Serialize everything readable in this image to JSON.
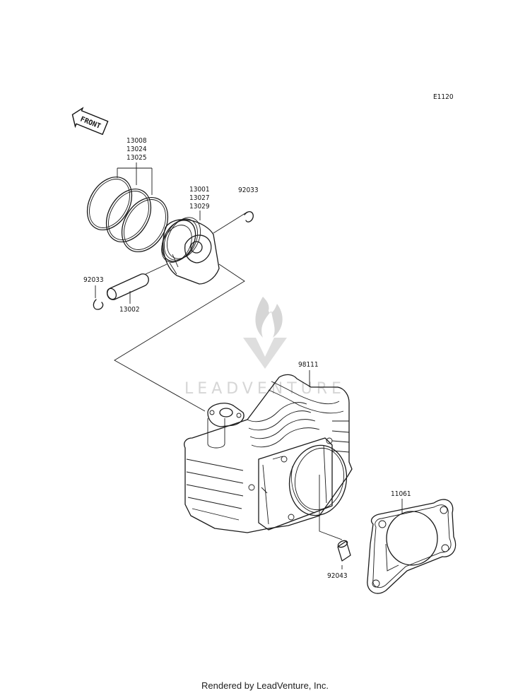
{
  "diagram_code": "E1120",
  "front_label": "FRONT",
  "watermark": "LEADVENTURE",
  "footer": "Rendered by LeadVenture, Inc.",
  "parts": {
    "rings": [
      "13008",
      "13024",
      "13025"
    ],
    "piston": [
      "13001",
      "13027",
      "13029"
    ],
    "clip_right": "92033",
    "clip_left": "92033",
    "pin": "13002",
    "cylinder": "98111",
    "gasket": "11061",
    "dowel": "92043"
  }
}
